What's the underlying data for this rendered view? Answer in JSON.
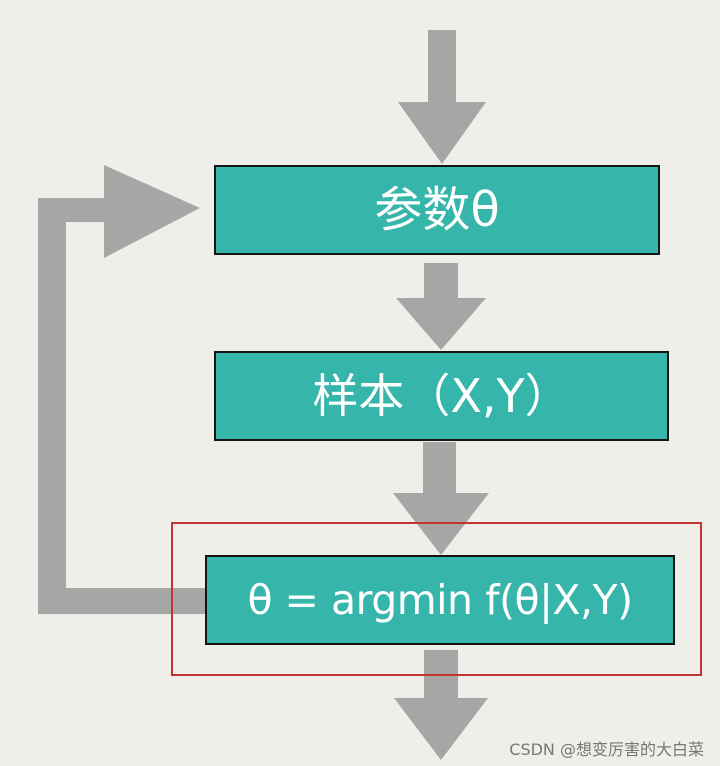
{
  "nodes": {
    "param": "参数θ",
    "sample": "样本（X,Y）",
    "argmin": "θ = argmin f(θ|X,Y)"
  },
  "watermark": "CSDN @想变厉害的大白菜",
  "colors": {
    "background": "#efeee8",
    "node_fill": "#36b5aa",
    "node_border": "#151515",
    "arrow": "#a6a6a6",
    "highlight": "#c0352d",
    "text": "#ffffff"
  }
}
